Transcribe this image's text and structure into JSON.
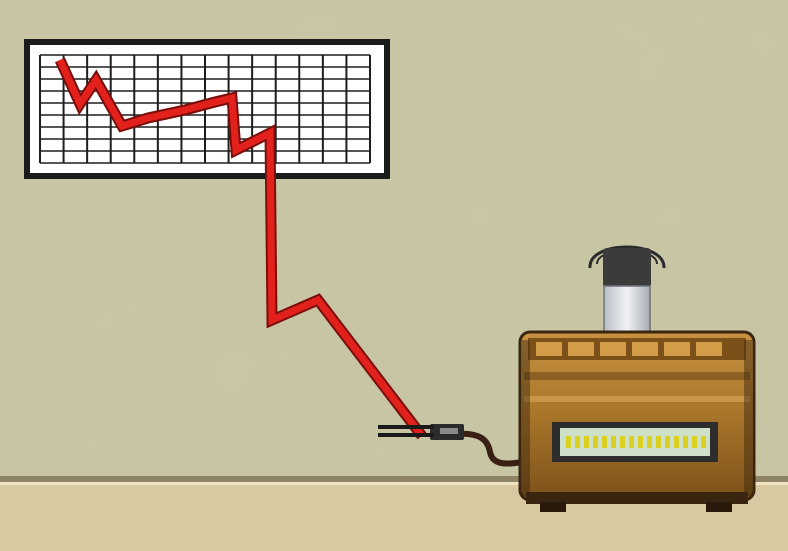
{
  "scene": {
    "description_type": "illustration",
    "colors": {
      "wall": "#c9c6a4",
      "wall_shade": "#b9b58f",
      "floor": "#d9c9a0",
      "floor_line": "#8d8365",
      "chart_frame": "#1b1b1b",
      "chart_paper": "#ffffff",
      "chart_grid": "#1e1e1e",
      "trend_line": "#e3211c",
      "trend_outline": "#7a0e0b",
      "radio_wood": "#b5812f",
      "radio_wood_dark": "#6b4516",
      "radio_trim": "#3a2610",
      "radio_dial": "#cfe0c8",
      "radio_dial_mark": "#d9d020",
      "vent_pipe": "#d9dde2",
      "vent_cap": "#3b3b3b",
      "cable": "#3a2014",
      "plug": "#2b2b2b"
    },
    "chart": {
      "type": "line",
      "trend": "falling",
      "series": [
        {
          "values": [
            62,
            43,
            50,
            29,
            34,
            36,
            39,
            41,
            20,
            23,
            -260,
            -238,
            -388
          ]
        }
      ]
    }
  }
}
